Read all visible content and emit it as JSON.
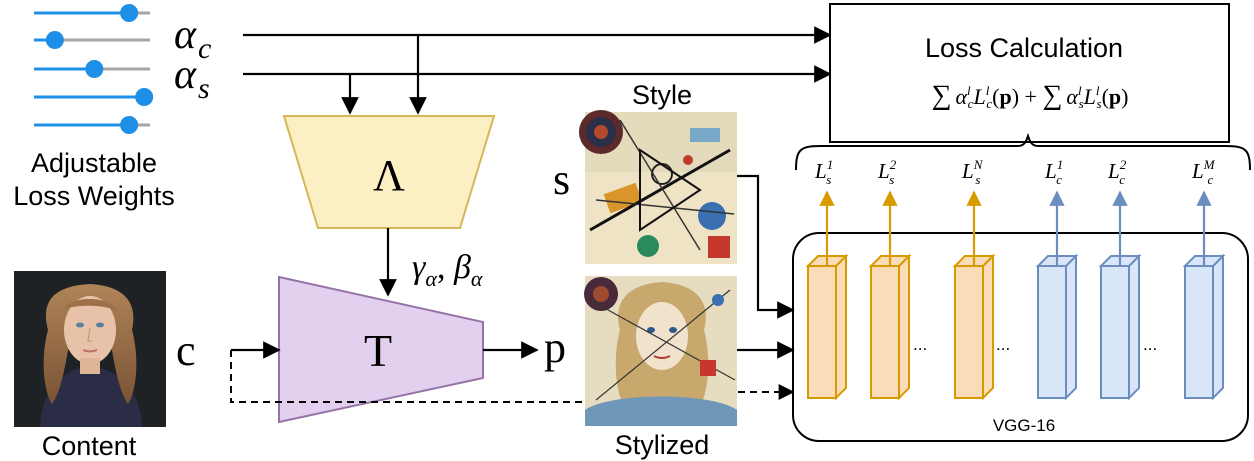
{
  "weights": {
    "caption_line1": "Adjustable",
    "caption_line2": "Loss Weights",
    "slider_levels": [
      0.82,
      0.18,
      0.52,
      0.95,
      0.82
    ],
    "alpha_c_base": "α",
    "alpha_c_sub": "c",
    "alpha_s_base": "α",
    "alpha_s_sub": "s"
  },
  "lambda_block": {
    "symbol": "Λ",
    "output_gamma": "γ",
    "output_beta": "β",
    "output_sub": "α"
  },
  "transform_block": {
    "symbol": "T"
  },
  "inputs": {
    "content_symbol": "c",
    "content_caption": "Content",
    "style_symbol": "s",
    "style_caption": "Style",
    "output_symbol": "p",
    "stylized_caption": "Stylized"
  },
  "loss": {
    "title": "Loss Calculation",
    "formula": "∑ α_c^l L_c^l(p) + ∑ α_s^l L_s^l(p)"
  },
  "vgg": {
    "label": "VGG-16",
    "ellipsis": "...",
    "style_labels": [
      {
        "sup": "1"
      },
      {
        "sup": "2"
      },
      {
        "sup": "N"
      }
    ],
    "content_labels": [
      {
        "sup": "1"
      },
      {
        "sup": "2"
      },
      {
        "sup": "M"
      }
    ],
    "loss_letter": "L",
    "style_sub": "s",
    "content_sub": "c"
  },
  "colors": {
    "slider_blue": "#1e8fe6",
    "slider_gray": "#a6a6a6",
    "lambda_fill": "#fcefc4",
    "lambda_stroke": "#d6b656",
    "t_fill": "#e2d0ee",
    "t_stroke": "#9673a6",
    "orange_fill": "#fbdcb9",
    "orange_stroke": "#d79b00",
    "blue_fill": "#d9e6fa",
    "blue_stroke": "#6c8ebf"
  }
}
